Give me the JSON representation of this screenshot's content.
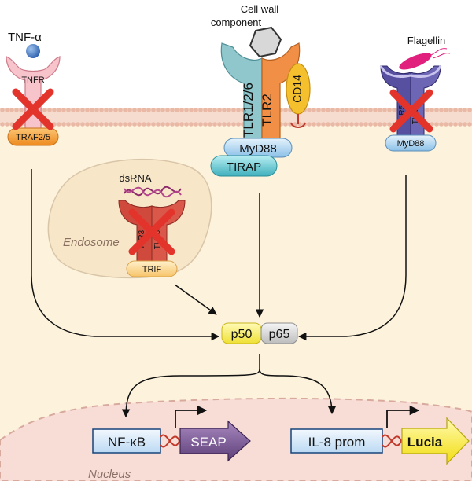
{
  "ligands": {
    "tnf": "TNF-α",
    "cell_wall_line1": "Cell wall",
    "cell_wall_line2": "component",
    "flagellin": "Flagellin",
    "dsrna": "dsRNA"
  },
  "receptors": {
    "tnfr": "TNFR",
    "traf": "TRAF2/5",
    "tlr126": "TLR1/2/6",
    "tlr2": "TLR2",
    "cd14": "CD14",
    "myd88_main": "MyD88",
    "tirap": "TIRAP",
    "tlr5_left": "TLR5",
    "tlr5_right": "TLR5",
    "myd88_right": "MyD88",
    "tlr3_left": "TLR3",
    "tlr3_right": "TLR3",
    "trif": "TRIF"
  },
  "compartments": {
    "endosome": "Endosome",
    "nucleus": "Nucleus"
  },
  "transcription_factors": {
    "p50": "p50",
    "p65": "p65"
  },
  "reporters": {
    "nfkb": "NF-κB",
    "seap": "SEAP",
    "il8": "IL-8 prom",
    "lucia": "Lucia"
  },
  "colors": {
    "cytoplasm": "#fdf2dc",
    "membrane": "#f0cfc0",
    "tnfr": "#f7c4cc",
    "traf": "#f7a33a",
    "tlr126": "#8fc7cc",
    "tlr2": "#f08f45",
    "cd14": "#f5c02e",
    "myd88": "#c9e3f7",
    "tirap": "#6cc9d3",
    "tlr5": "#5750a0",
    "tlr3": "#cf4a3d",
    "trif": "#fcd995",
    "p50": "#f8ee6a",
    "p65": "#d8d8d8",
    "seap": "#7a5a90",
    "lucia": "#f5ea2c",
    "block_cross": "#e3342c"
  }
}
